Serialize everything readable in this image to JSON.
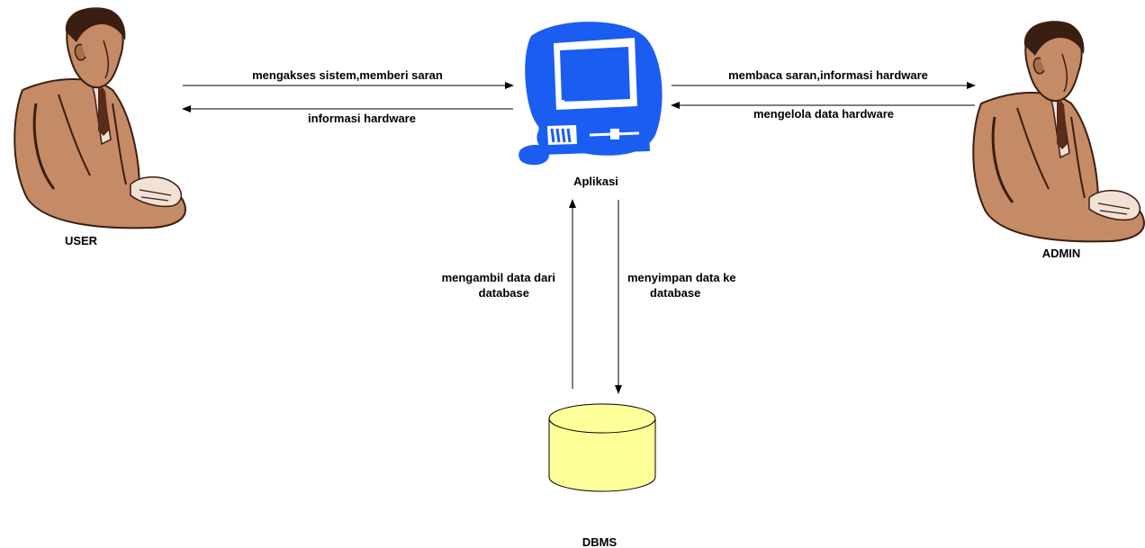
{
  "nodes": {
    "user": {
      "label": "USER"
    },
    "app": {
      "label": "Aplikasi"
    },
    "admin": {
      "label": "ADMIN"
    },
    "dbms": {
      "label": "DBMS"
    }
  },
  "edges": {
    "user_to_app": "mengakses sistem,memberi saran",
    "app_to_user": "informasi hardware",
    "app_to_admin": "membaca saran,informasi hardware",
    "admin_to_app": "mengelola data hardware",
    "db_to_app": [
      "mengambil data dari",
      "database"
    ],
    "app_to_db": [
      "menyimpan data ke",
      "database"
    ]
  },
  "colors": {
    "computer_blue": "#1a5df0",
    "computer_dark": "#0a0a40",
    "person_skin": "#c58a66",
    "person_dark": "#3a1e12",
    "cylinder_fill": "#ffff99",
    "line": "#000000"
  },
  "icons": {
    "user": "businessman-icon",
    "admin": "businessman-icon",
    "app": "computer-icon",
    "dbms": "database-cylinder-icon"
  }
}
